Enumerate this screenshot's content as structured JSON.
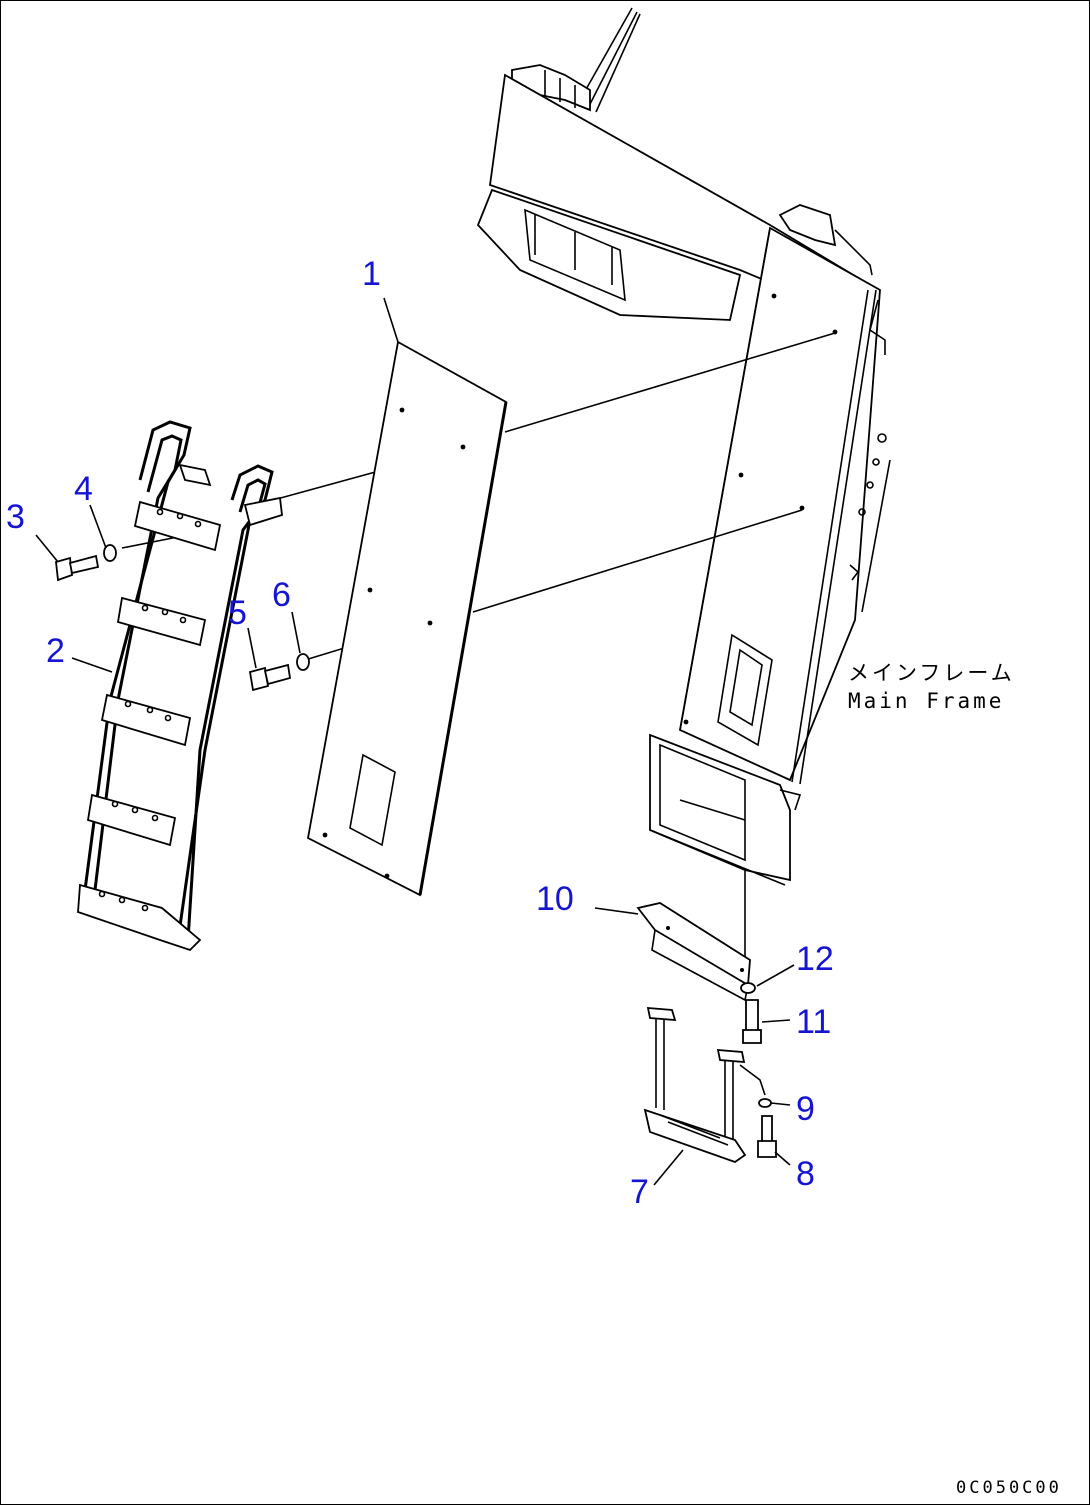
{
  "callouts": [
    {
      "id": "1",
      "label": "1"
    },
    {
      "id": "2",
      "label": "2"
    },
    {
      "id": "3",
      "label": "3"
    },
    {
      "id": "4",
      "label": "4"
    },
    {
      "id": "5",
      "label": "5"
    },
    {
      "id": "6",
      "label": "6"
    },
    {
      "id": "7",
      "label": "7"
    },
    {
      "id": "8",
      "label": "8"
    },
    {
      "id": "9",
      "label": "9"
    },
    {
      "id": "10",
      "label": "10"
    },
    {
      "id": "11",
      "label": "11"
    },
    {
      "id": "12",
      "label": "12"
    }
  ],
  "annotation": {
    "jp": "メインフレーム",
    "en": "Main Frame"
  },
  "drawing_code": "0C050C00",
  "colors": {
    "callout": "#1414d2",
    "line": "#000000"
  }
}
